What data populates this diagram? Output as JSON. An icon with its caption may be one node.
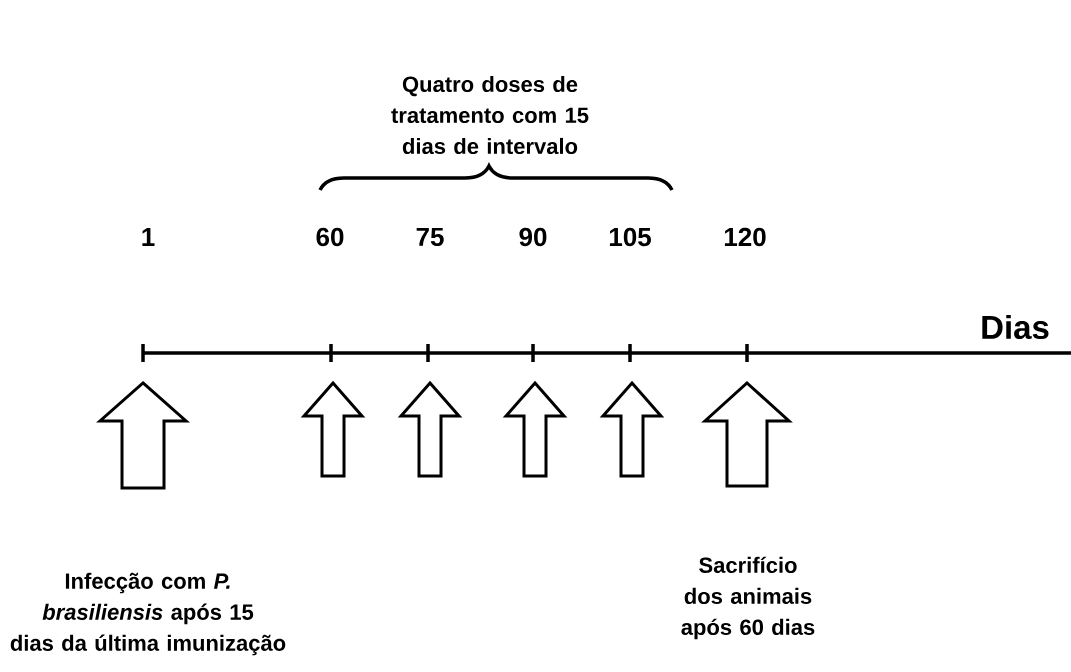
{
  "diagram": {
    "labels": [
      "Quatro doses de tratamento com 15 dias de intervalo",
      "1",
      "60",
      "75",
      "90",
      "105",
      "120",
      "Dias",
      "Infecção com *P. brasiliensis* após 15 dias da última imunização",
      "Sacrifício dos animais após 60 dias"
    ]
  }
}
